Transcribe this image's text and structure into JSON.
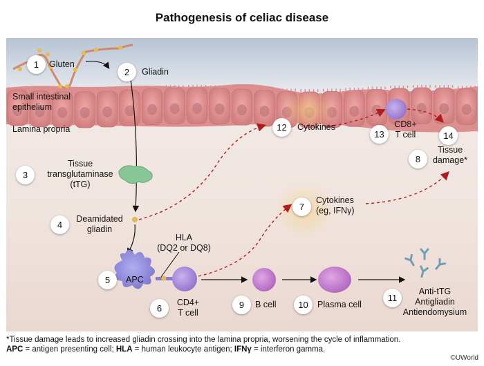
{
  "title": "Pathogenesis of celiac disease",
  "regions": {
    "epithelium": "Small intestinal\nepithelium",
    "lamina_propria": "Lamina propria"
  },
  "steps": [
    {
      "num": "1",
      "label": "Gluten"
    },
    {
      "num": "2",
      "label": "Gliadin"
    },
    {
      "num": "3",
      "label": "Tissue\ntransglutaminase\n(tTG)"
    },
    {
      "num": "4",
      "label": "Deamidated\ngliadin"
    },
    {
      "num": "5",
      "label": "APC"
    },
    {
      "num": "6",
      "label": "CD4+\nT cell"
    },
    {
      "num": "7",
      "label": "Cytokines\n(eg, IFNγ)"
    },
    {
      "num": "8",
      "label": "Tissue\ndamage*"
    },
    {
      "num": "9",
      "label": "B cell"
    },
    {
      "num": "10",
      "label": "Plasma cell"
    },
    {
      "num": "11",
      "label": "Anti-tTG\nAntigliadin\nAntiendomysium"
    },
    {
      "num": "12",
      "label": "Cytokines"
    },
    {
      "num": "13",
      "label": "CD8+\nT cell"
    },
    {
      "num": "14",
      "label": ""
    }
  ],
  "hla_label": "HLA\n(DQ2 or DQ8)",
  "footnotes": {
    "asterisk": "*Tissue damage leads to increased gliadin crossing into the lamina propria, worsening the cycle of inflammation.",
    "abbrev": [
      {
        "term": "APC",
        "def": " = antigen presenting cell; "
      },
      {
        "term": "HLA",
        "def": " = human leukocyte antigen; "
      },
      {
        "term": "IFNγ",
        "def": " = interferon gamma."
      }
    ]
  },
  "copyright": "©UWorld",
  "colors": {
    "pathway_arrow": "#111111",
    "inflammation_arrow": "#b01c1c",
    "epithelium": "#d98b8b",
    "apc": "#8f86d8",
    "t_cell": "#a88ad6",
    "b_cell": "#c27ccd",
    "tTG": "#7fc08a",
    "gliadin": "#e8b94a",
    "antibody": "#6f9fb5"
  }
}
